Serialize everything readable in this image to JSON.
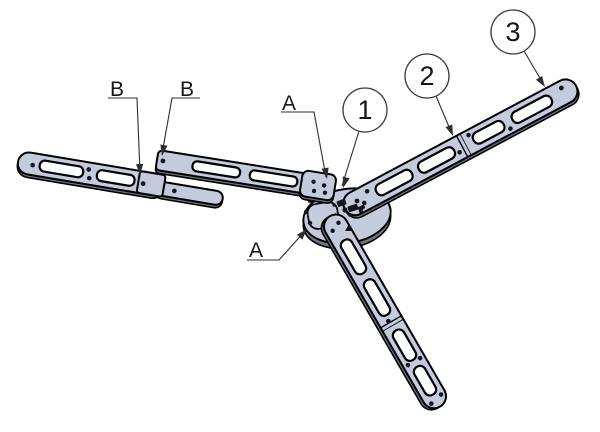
{
  "drawing": {
    "type": "exploded-assembly-drawing",
    "balloons": [
      {
        "id": "1"
      },
      {
        "id": "2"
      },
      {
        "id": "3"
      }
    ],
    "detail_labels": {
      "b_left": "B",
      "b_right": "B",
      "a_upper": "A",
      "a_lower": "A"
    },
    "colors": {
      "background": "#ffffff",
      "part_face": "#c3cbdd",
      "part_side": "#6e7587",
      "outline": "#000000",
      "leader": "#2e2e2e",
      "text": "#15151c",
      "balloon_fill": "#ffffff",
      "balloon_stroke": "#3f3f3f"
    }
  }
}
